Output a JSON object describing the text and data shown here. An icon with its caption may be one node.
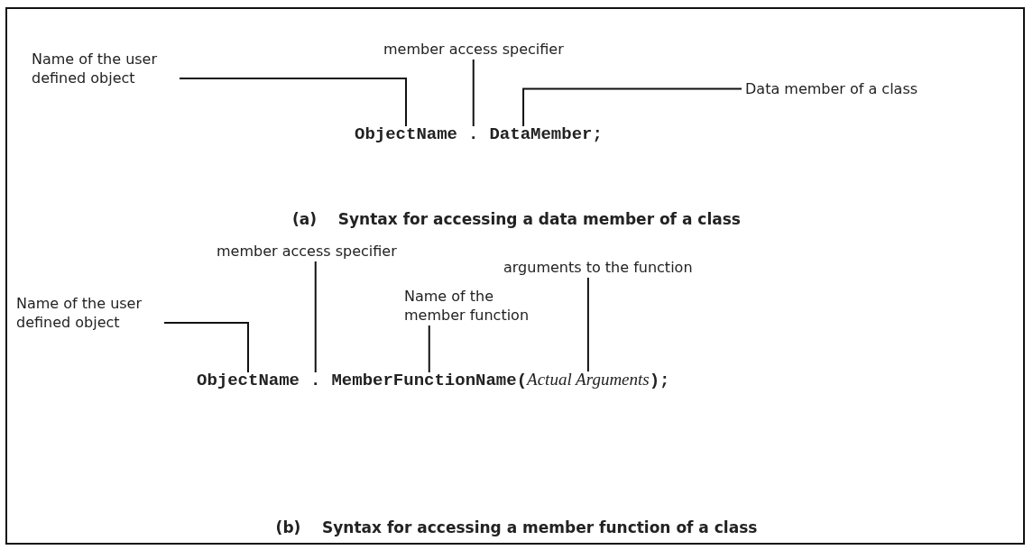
{
  "diagram": {
    "nodes": [
      {
        "text": [
          "Name of the user defined object"
        ]
      },
      {
        "text": [
          "member access specifier"
        ]
      },
      {
        "text": [
          "Data member of a class"
        ]
      },
      {
        "text": [
          "ObjectName"
        ]
      },
      {
        "text": [
          "."
        ]
      },
      {
        "text": [
          "DataMember;"
        ]
      },
      {
        "text": [
          "member access specifier"
        ]
      },
      {
        "text": [
          "arguments to the function"
        ]
      },
      {
        "text": [
          "Name of the user defined object"
        ]
      },
      {
        "text": [
          "Name of the member function"
        ]
      },
      {
        "text": [
          "ObjectName"
        ]
      },
      {
        "text": [
          "."
        ]
      },
      {
        "text": [
          "MemberFunctionName("
        ]
      },
      {
        "text": [
          "Actual Arguments"
        ]
      }
    ],
    "edges": [
      {
        "from": 0,
        "to": 3,
        "arrow": "none"
      },
      {
        "from": 1,
        "to": 4,
        "arrow": "none"
      },
      {
        "from": 2,
        "to": 5,
        "arrow": "none"
      },
      {
        "from": 8,
        "to": 10,
        "arrow": "none"
      },
      {
        "from": 6,
        "to": 11,
        "arrow": "none"
      },
      {
        "from": 9,
        "to": 12,
        "arrow": "none"
      },
      {
        "from": 7,
        "to": 13,
        "arrow": "none"
      }
    ],
    "labels": [
      "(a)    Syntax for accessing a data member of a class",
      ");",
      "(b)    Syntax for accessing a member function of a class"
    ]
  }
}
